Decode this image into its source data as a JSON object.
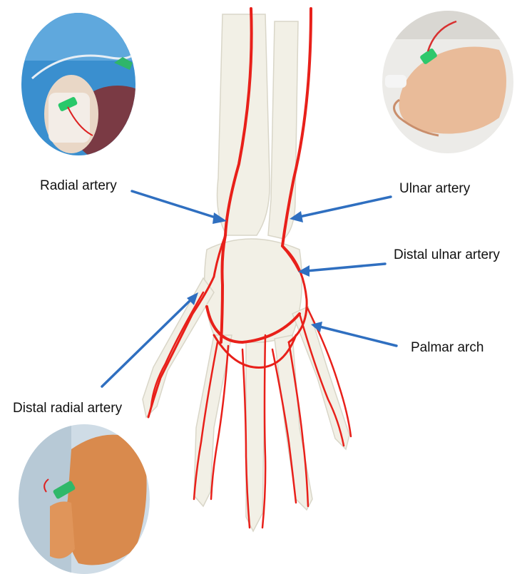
{
  "labels": {
    "radial_artery": "Radial artery",
    "ulnar_artery": "Ulnar artery",
    "distal_ulnar_artery": "Distal ulnar artery",
    "palmar_arch": "Palmar arch",
    "distal_radial_artery": "Distal radial artery"
  },
  "colors": {
    "artery": "#e8201a",
    "arrow": "#2f6fc0",
    "bone": "#f2f0e6",
    "bone_edge": "#d9d6c8"
  },
  "photos": [
    {
      "name": "radial-catheter-photo",
      "subject": "catheter inserted at the radial wrist, green hub"
    },
    {
      "name": "ulnar-catheter-photo",
      "subject": "open palm with green catheter hub near ulnar side"
    },
    {
      "name": "distal-radial-catheter-photo",
      "subject": "back of hand with green catheter in snuffbox"
    }
  ]
}
